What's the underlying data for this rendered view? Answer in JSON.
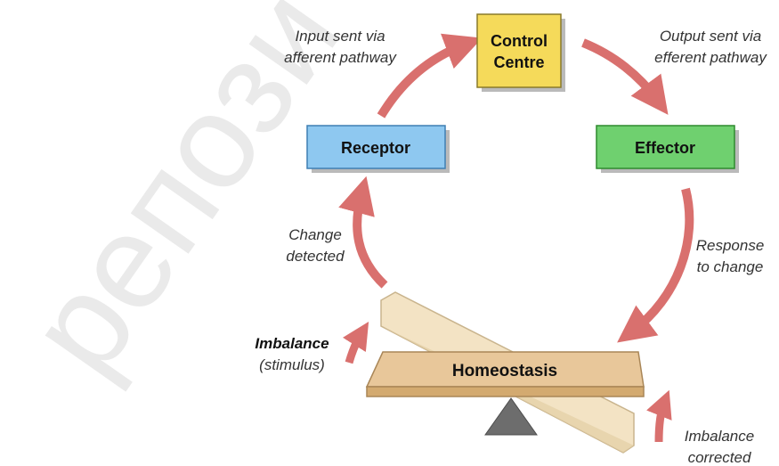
{
  "watermark": "репози",
  "nodes": {
    "control_centre": {
      "line1": "Control",
      "line2": "Centre"
    },
    "receptor": "Receptor",
    "effector": "Effector",
    "homeostasis": "Homeostasis"
  },
  "labels": {
    "input": {
      "line1": "Input sent via",
      "line2": "afferent pathway"
    },
    "output": {
      "line1": "Output sent via",
      "line2": "efferent pathway"
    },
    "change_detected": {
      "line1": "Change",
      "line2": "detected"
    },
    "response": {
      "line1": "Response",
      "line2": "to change"
    },
    "imbalance_stimulus": {
      "line1": "Imbalance",
      "line2": "(stimulus)"
    },
    "imbalance_corrected": {
      "line1": "Imbalance",
      "line2": "corrected"
    }
  },
  "colors": {
    "arrow": "#d9706e",
    "control_centre_fill": "#f5da5a",
    "receptor_fill": "#8ec8f0",
    "effector_fill": "#6fd06f",
    "board_fill": "#e8c79a",
    "board_tilted_fill": "#f3e3c4",
    "fulcrum": "#6d6d6d"
  }
}
